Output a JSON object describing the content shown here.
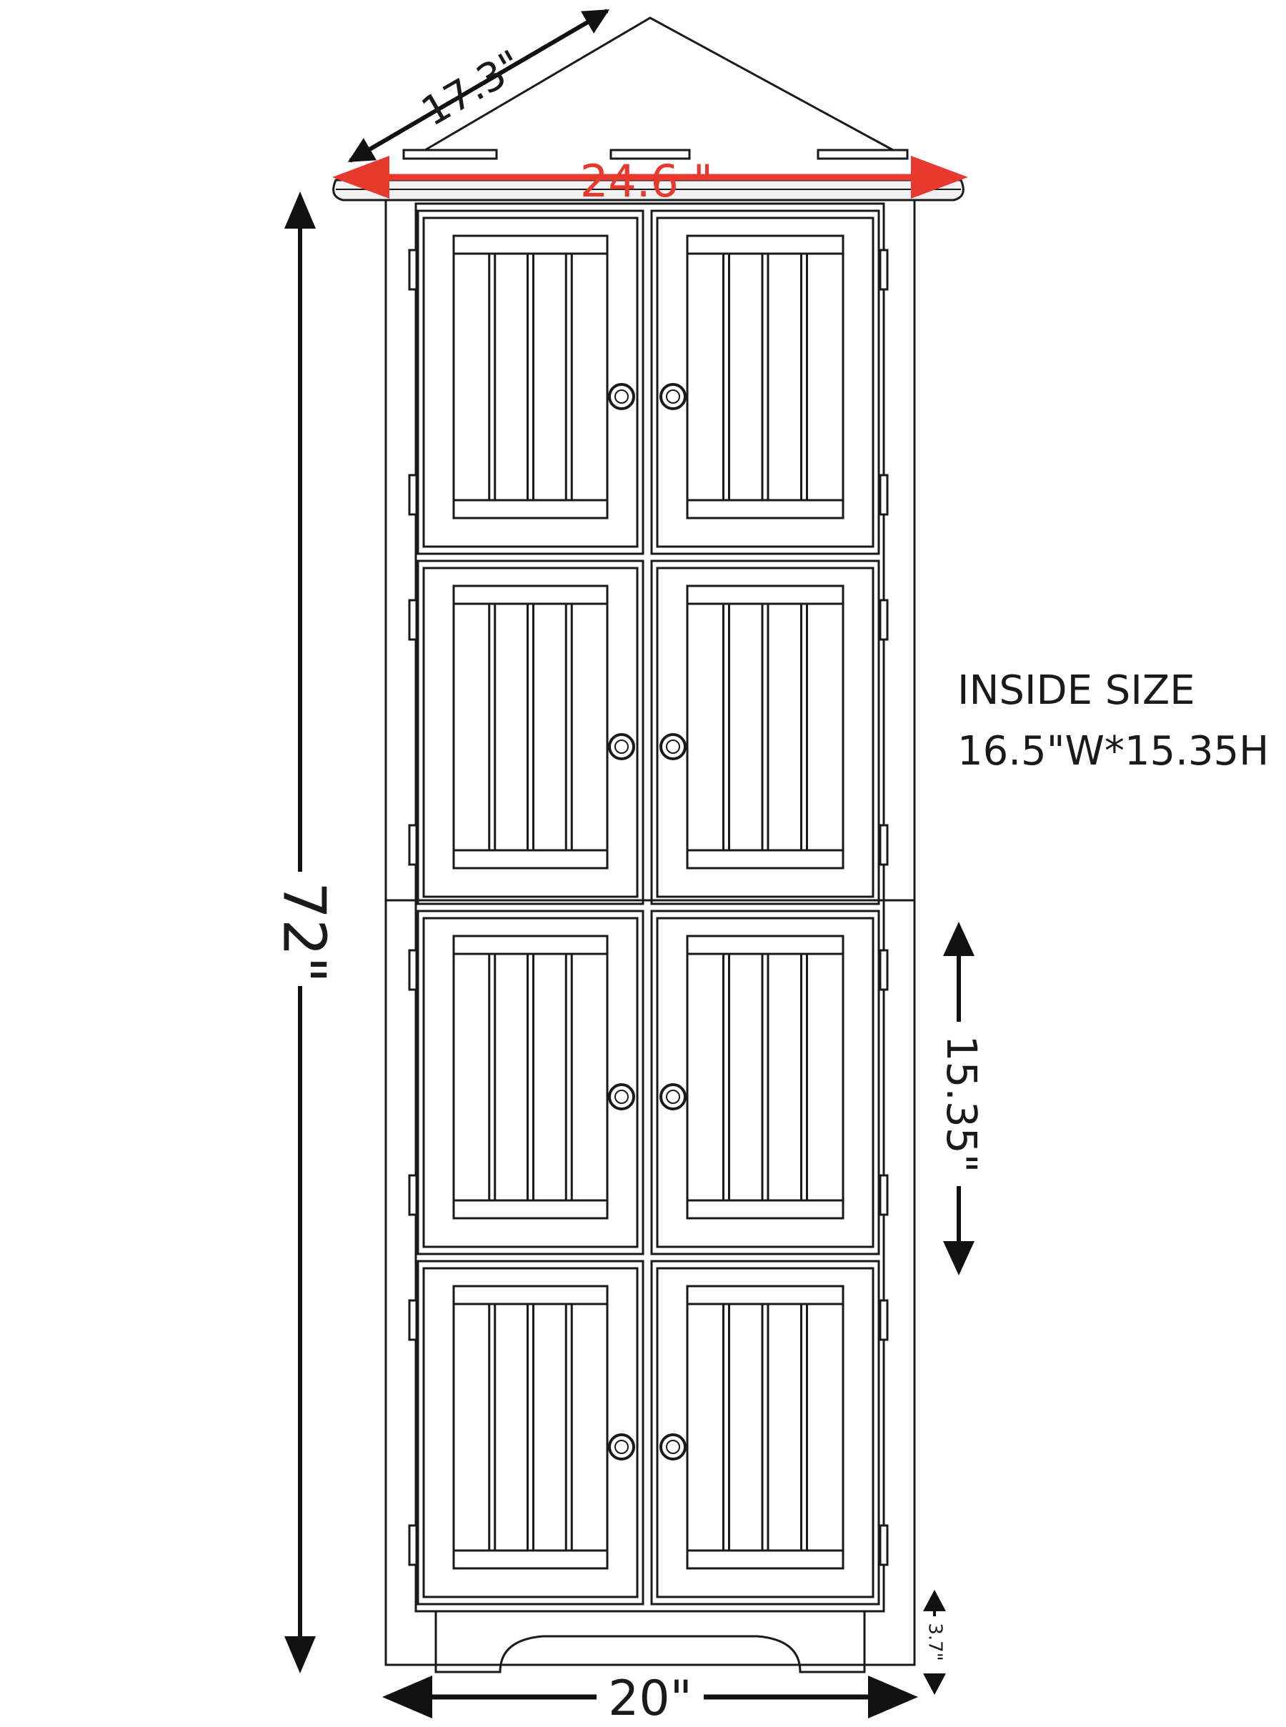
{
  "dimensions": {
    "depth": "17.3\"",
    "width_top": "24.6 \"",
    "height": "72\"",
    "inside_title": "INSIDE SIZE",
    "inside_size": "16.5\"W*15.35H",
    "shelf_height": "15.35\"",
    "width_base": "20\"",
    "base_height": "3.7\""
  },
  "colors": {
    "line": "#1a1a1a",
    "accent": "#e8392e"
  }
}
